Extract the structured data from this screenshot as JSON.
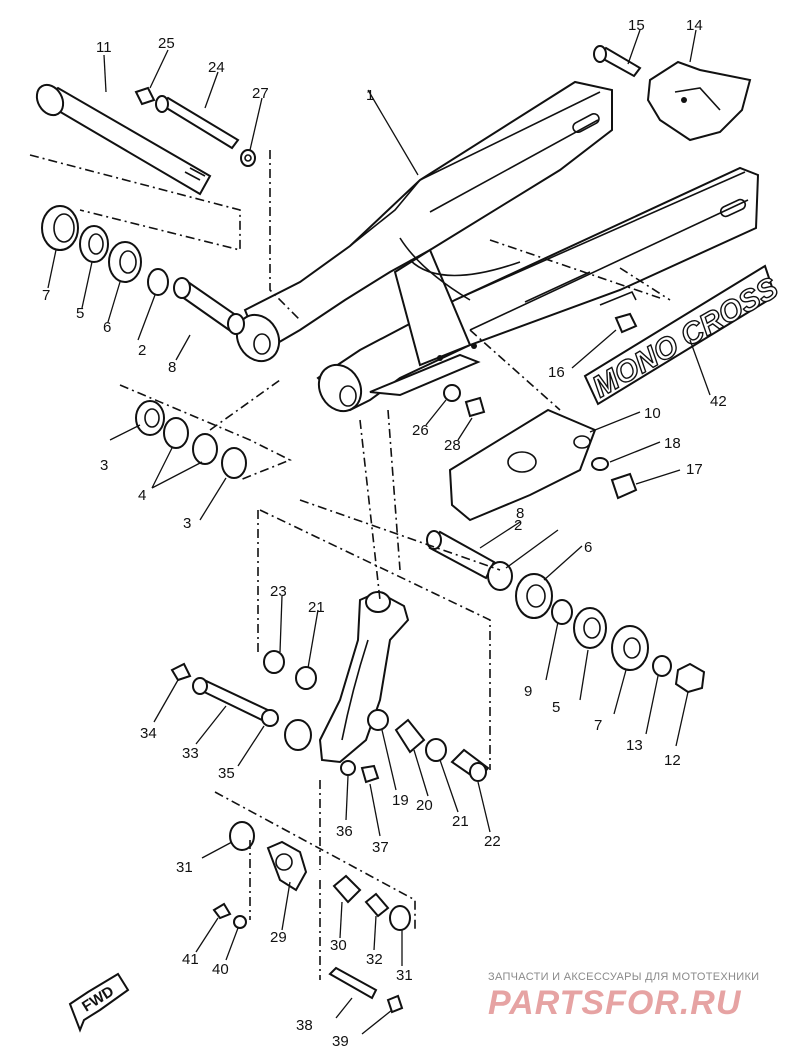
{
  "diagram": {
    "part_numbers": [
      "1",
      "2",
      "3",
      "4",
      "5",
      "6",
      "7",
      "8",
      "9",
      "10",
      "11",
      "12",
      "13",
      "14",
      "15",
      "16",
      "17",
      "18",
      "19",
      "20",
      "21",
      "22",
      "23",
      "24",
      "25",
      "26",
      "27",
      "28",
      "29",
      "30",
      "31",
      "32",
      "33",
      "34",
      "35",
      "36",
      "37",
      "38",
      "39",
      "40",
      "41",
      "42"
    ],
    "decal_text": "MONO CROSS",
    "direction_label": "FWD"
  },
  "watermark": {
    "caption": "ЗАПЧАСТИ И АКСЕССУАРЫ ДЛЯ МОТОТЕХНИКИ",
    "brand": "PARTSFOR.RU"
  }
}
